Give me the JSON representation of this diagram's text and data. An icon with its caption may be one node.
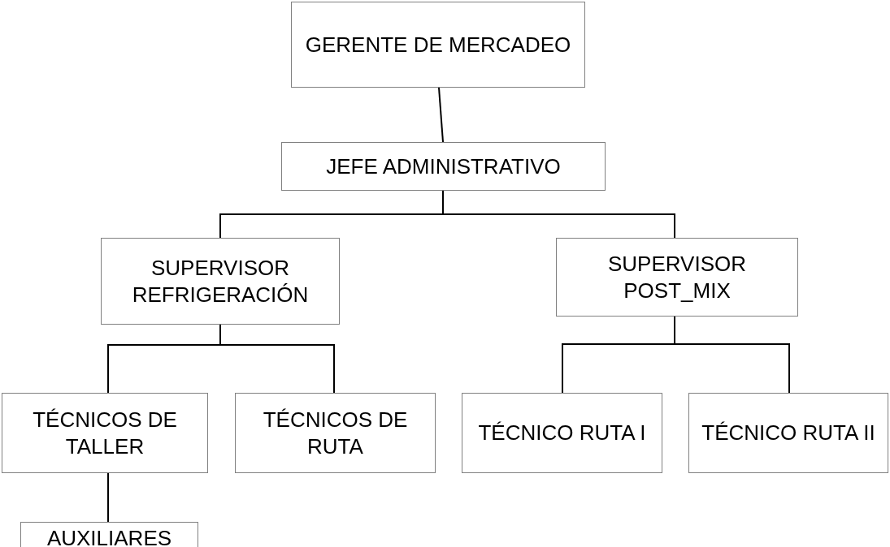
{
  "diagram": {
    "nodes": [
      {
        "text": [
          "GERENTE DE MERCADEO"
        ]
      },
      {
        "text": [
          "JEFE ADMINISTRATIVO"
        ]
      },
      {
        "text": [
          "SUPERVISOR REFRIGERACIÓN"
        ]
      },
      {
        "text": [
          "SUPERVISOR POST_MIX"
        ]
      },
      {
        "text": [
          "TÉCNICOS DE TALLER"
        ]
      },
      {
        "text": [
          "TÉCNICOS DE RUTA"
        ]
      },
      {
        "text": [
          "TÉCNICO RUTA I"
        ]
      },
      {
        "text": [
          "TÉCNICO RUTA II"
        ]
      },
      {
        "text": [
          "AUXILIARES"
        ]
      }
    ],
    "edges": [
      {
        "from": 0,
        "to": 1,
        "arrow": "none"
      },
      {
        "from": 1,
        "to": 2,
        "arrow": "none"
      },
      {
        "from": 1,
        "to": 3,
        "arrow": "none"
      },
      {
        "from": 2,
        "to": 4,
        "arrow": "none"
      },
      {
        "from": 2,
        "to": 5,
        "arrow": "none"
      },
      {
        "from": 3,
        "to": 6,
        "arrow": "none"
      },
      {
        "from": 3,
        "to": 7,
        "arrow": "none"
      },
      {
        "from": 4,
        "to": 8,
        "arrow": "none"
      }
    ]
  }
}
